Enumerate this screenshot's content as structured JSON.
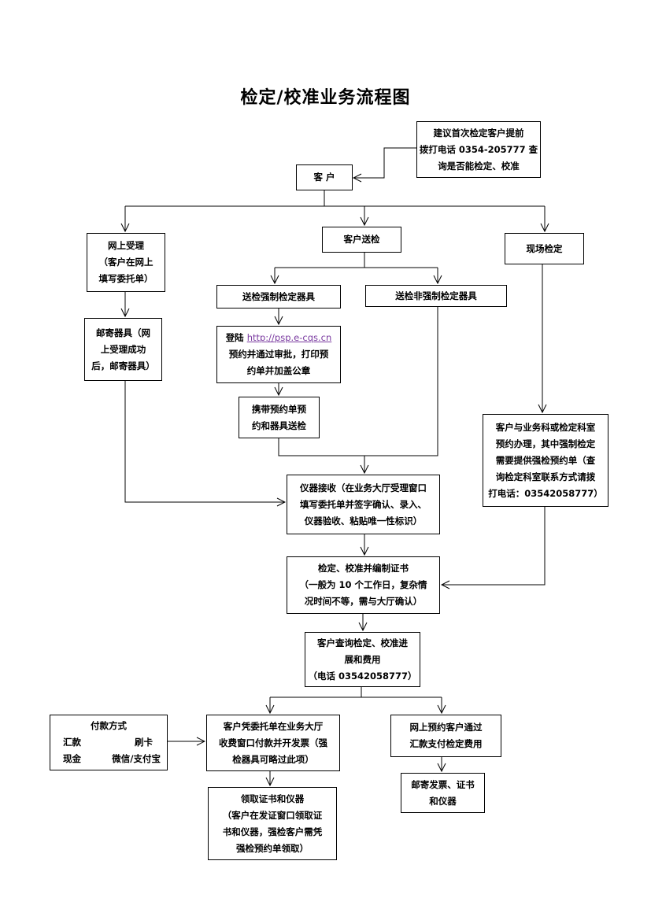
{
  "title": "检定/校准业务流程图",
  "advice": [
    "建议首次检定客户提前",
    "拨打电话 0354-205777 查",
    "询是否能检定、校准"
  ],
  "customer": "客 户",
  "online": [
    "网上受理",
    "（客户在网上",
    "填写委托单）"
  ],
  "send": "客户送检",
  "onsite": "现场检定",
  "mandatory": "送检强制检定器具",
  "nonmandatory": "送检非强制检定器具",
  "mail": [
    "邮寄器具（网",
    "上受理成功",
    "后，邮寄器具）"
  ],
  "login": {
    "prefix": "登陆 ",
    "url": "http://psp.e-cqs.cn",
    "lines": [
      "预约并通过审批，打印预",
      "约单并加盖公章"
    ]
  },
  "carry": [
    "携带预约单预",
    "约和器具送检"
  ],
  "onsite_detail": [
    "客户与业务科或检定科室",
    "预约办理，其中强制检定",
    "需要提供强检预约单（查",
    "询检定科室联系方式请拨",
    "打电话：03542058777）"
  ],
  "receive": [
    "仪器接收（在业务大厅受理窗口",
    "填写委托单并签字确认、录入、",
    "仪器验收、粘贴唯一性标识）"
  ],
  "calibrate": [
    "检定、校准并编制证书",
    "（一般为 10 个工作日，复杂情",
    "况时间不等，需与大厅确认）"
  ],
  "query": [
    "客户查询检定、校准进",
    "展和费用",
    "（电话 03542058777）"
  ],
  "payment": {
    "title": "付款方式",
    "row1": [
      "汇款",
      "刷卡"
    ],
    "row2": [
      "现金",
      "微信/支付宝"
    ]
  },
  "pay_hall": [
    "客户凭委托单在业务大厅",
    "收费窗口付款并开发票（强",
    "检器具可略过此项）"
  ],
  "online_pay": [
    "网上预约客户通过",
    "汇款支付检定费用"
  ],
  "collect": [
    "领取证书和仪器",
    "（客户在发证窗口领取证",
    "书和仪器，强检客户需凭",
    "强检预约单领取）"
  ],
  "mail_invoice": [
    "邮寄发票、证书",
    "和仪器"
  ]
}
